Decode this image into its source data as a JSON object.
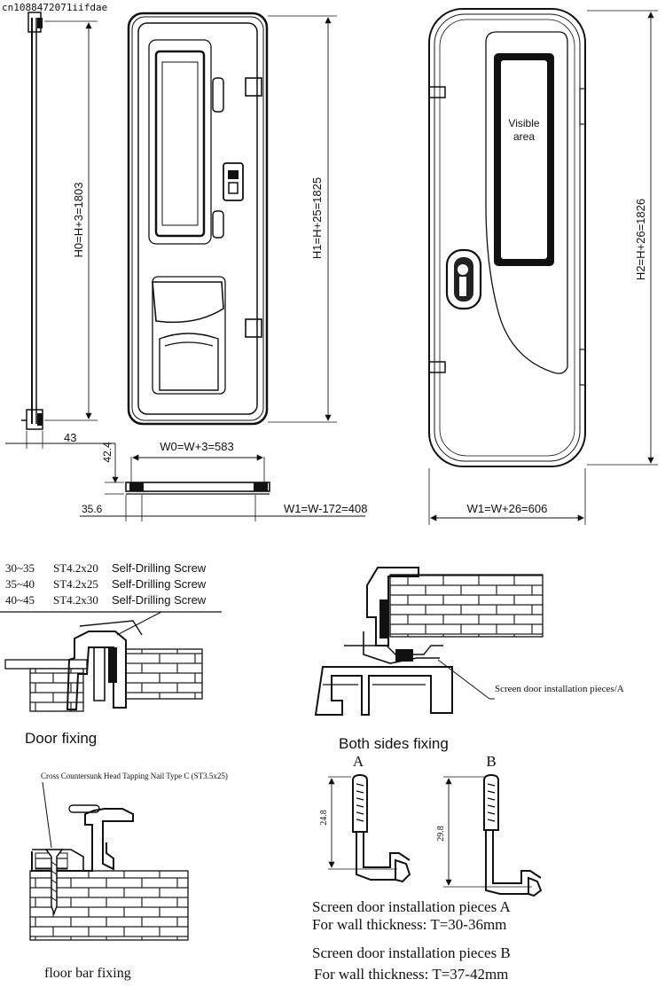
{
  "watermark": "cn1088472071iifdae",
  "top": {
    "side_height_label": "H0=H+3=1803",
    "frame_height_label": "H1=H+25=1825",
    "back_height_label": "H2=H+26=1826",
    "side_depth_label": "43",
    "bottom_thickness_label": "42.4",
    "bottom_offset_label": "35.6",
    "inner_width_label": "W0=W+3=583",
    "bar_width_label": "W1=W-172=408",
    "back_width_label": "W1=W+26=606",
    "visible_area_line1": "Visible",
    "visible_area_line2": "area"
  },
  "screws": [
    {
      "range": "30~35",
      "size": "ST4.2x20",
      "desc": "Self-Drilling Screw"
    },
    {
      "range": "35~40",
      "size": "ST4.2x25",
      "desc": "Self-Drilling Screw"
    },
    {
      "range": "40~45",
      "size": "ST4.2x30",
      "desc": "Self-Drilling Screw"
    }
  ],
  "captions": {
    "door_fixing": "Door fixing",
    "both_sides_fixing": "Both sides fixing",
    "screen_door_callout": "Screen door installation pieces/A",
    "nail_callout": "Cross Countersunk Head Tapping Nail Type C (ST3.5x25)",
    "floor_bar_fixing": "floor bar fixing"
  },
  "pieces": {
    "a_letter": "A",
    "b_letter": "B",
    "a_height": "24.8",
    "b_height": "29.8",
    "a_line1": "Screen door installation pieces A",
    "a_line2": "For wall thickness: T=30-36mm",
    "b_line1": "Screen door installation pieces B",
    "b_line2": "For wall thickness: T=37-42mm"
  }
}
